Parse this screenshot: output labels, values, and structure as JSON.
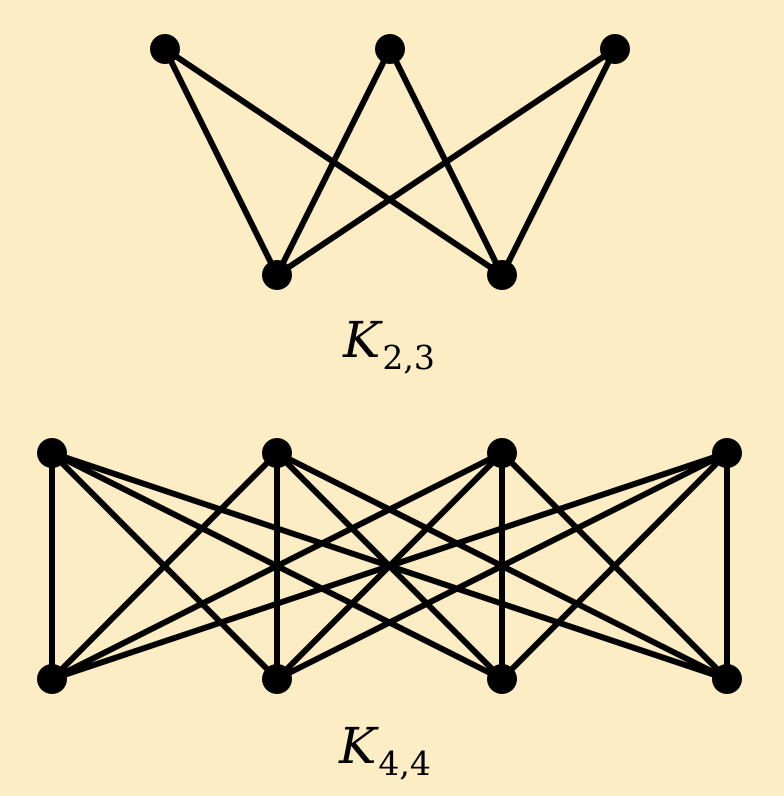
{
  "background_color": "#FDEDC4",
  "line_color": "#000000",
  "graphs": [
    {
      "id": "k23",
      "label": {
        "symbol": "K",
        "subscript": "2,3"
      },
      "left_count": 3,
      "right_count": 2
    },
    {
      "id": "k44",
      "label": {
        "symbol": "K",
        "subscript": "4,4"
      },
      "left_count": 4,
      "right_count": 4
    }
  ]
}
